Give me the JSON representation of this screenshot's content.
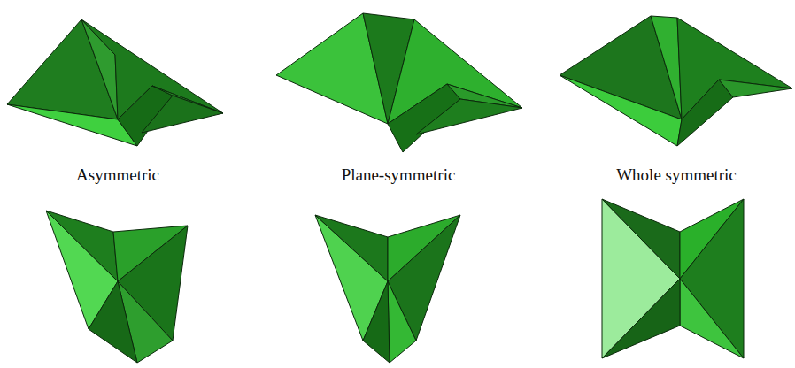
{
  "diagram": {
    "labels": [
      "Asymmetric",
      "Plane-symmetric",
      "Whole symmetric"
    ]
  }
}
